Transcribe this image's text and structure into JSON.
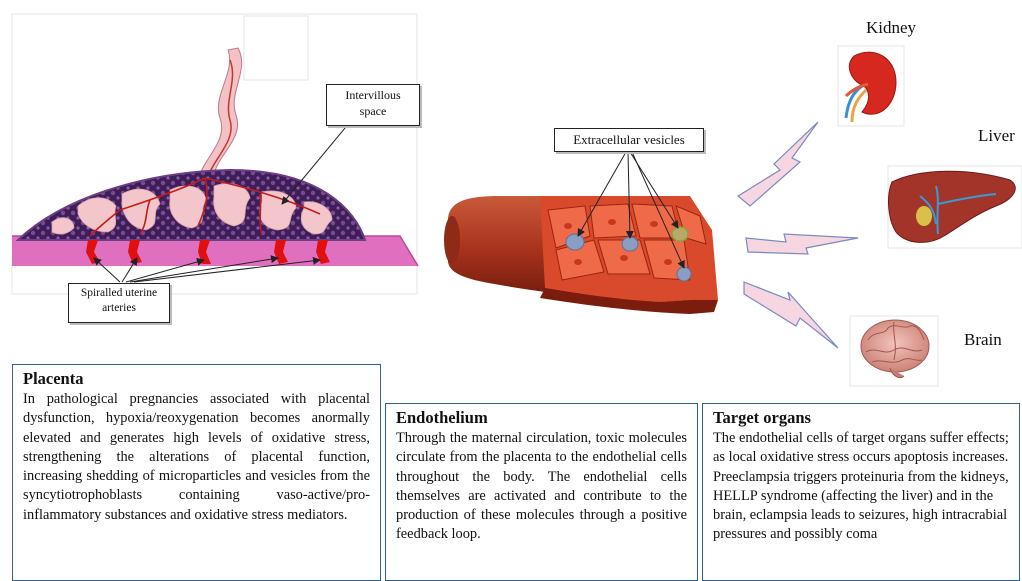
{
  "labels": {
    "intervillous_space": [
      "Intervillous",
      "space"
    ],
    "spiralled_arteries": [
      "Spiralled uterine",
      "arteries"
    ],
    "extracellular_vesicles": "Extracellular vesicles",
    "kidney": "Kidney",
    "liver": "Liver",
    "brain": "Brain"
  },
  "panels": {
    "placenta": {
      "title": "Placenta",
      "text": "In pathological pregnancies associated with placental dysfunction, hypoxia/reoxygenation becomes anormally elevated and generates high levels of oxidative stress, strengthening the alterations of placental function, increasing shedding of microparticles and vesicles from the syncytiotrophoblasts containing vaso-active/pro-inflammatory substances and oxidative stress mediators."
    },
    "endothelium": {
      "title": "Endothelium",
      "text": "Through the maternal circulation, toxic molecules circulate from the placenta to the endothelial cells throughout the body. The endothelial cells themselves are activated and contribute to the production of these molecules through a positive feedback loop."
    },
    "target_organs": {
      "title": "Target organs",
      "text": "The endothelial cells of target organs suffer effects; as local oxidative stress occurs apoptosis increases. Preeclampsia triggers proteinuria from the kidneys, HELLP syndrome (affecting the liver) and in the brain, eclampsia leads to seizures, high intracrabial pressures and possibly coma"
    }
  },
  "colors": {
    "panel_border": "#2f5f8a",
    "placenta_purple": "#5a2d6e",
    "uterine_pink": "#e06fc0",
    "artery_red": "#e01010",
    "vessel_red": "#b8361c",
    "kidney_red": "#d6281e",
    "liver_brown": "#a2342a",
    "brain_pink": "#e8aaa0"
  }
}
